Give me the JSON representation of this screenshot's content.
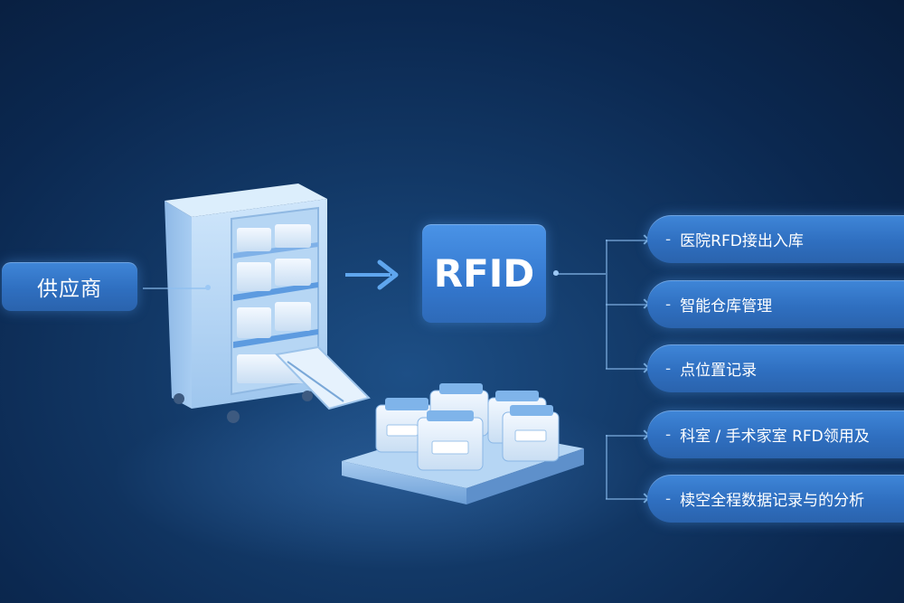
{
  "supplier": {
    "label": "供应商"
  },
  "center": {
    "label": "RFID"
  },
  "features": [
    {
      "label": "医院RFD接出入库"
    },
    {
      "label": "智能仓库管理"
    },
    {
      "label": "点位置记录"
    },
    {
      "label": "科室 / 手术家室  RFD领用及"
    },
    {
      "label": "椟空全程数据记录与的分析"
    }
  ],
  "colors": {
    "accent": "#3478cf",
    "background": "#0b2850",
    "cabinet": "#a9cff5"
  }
}
